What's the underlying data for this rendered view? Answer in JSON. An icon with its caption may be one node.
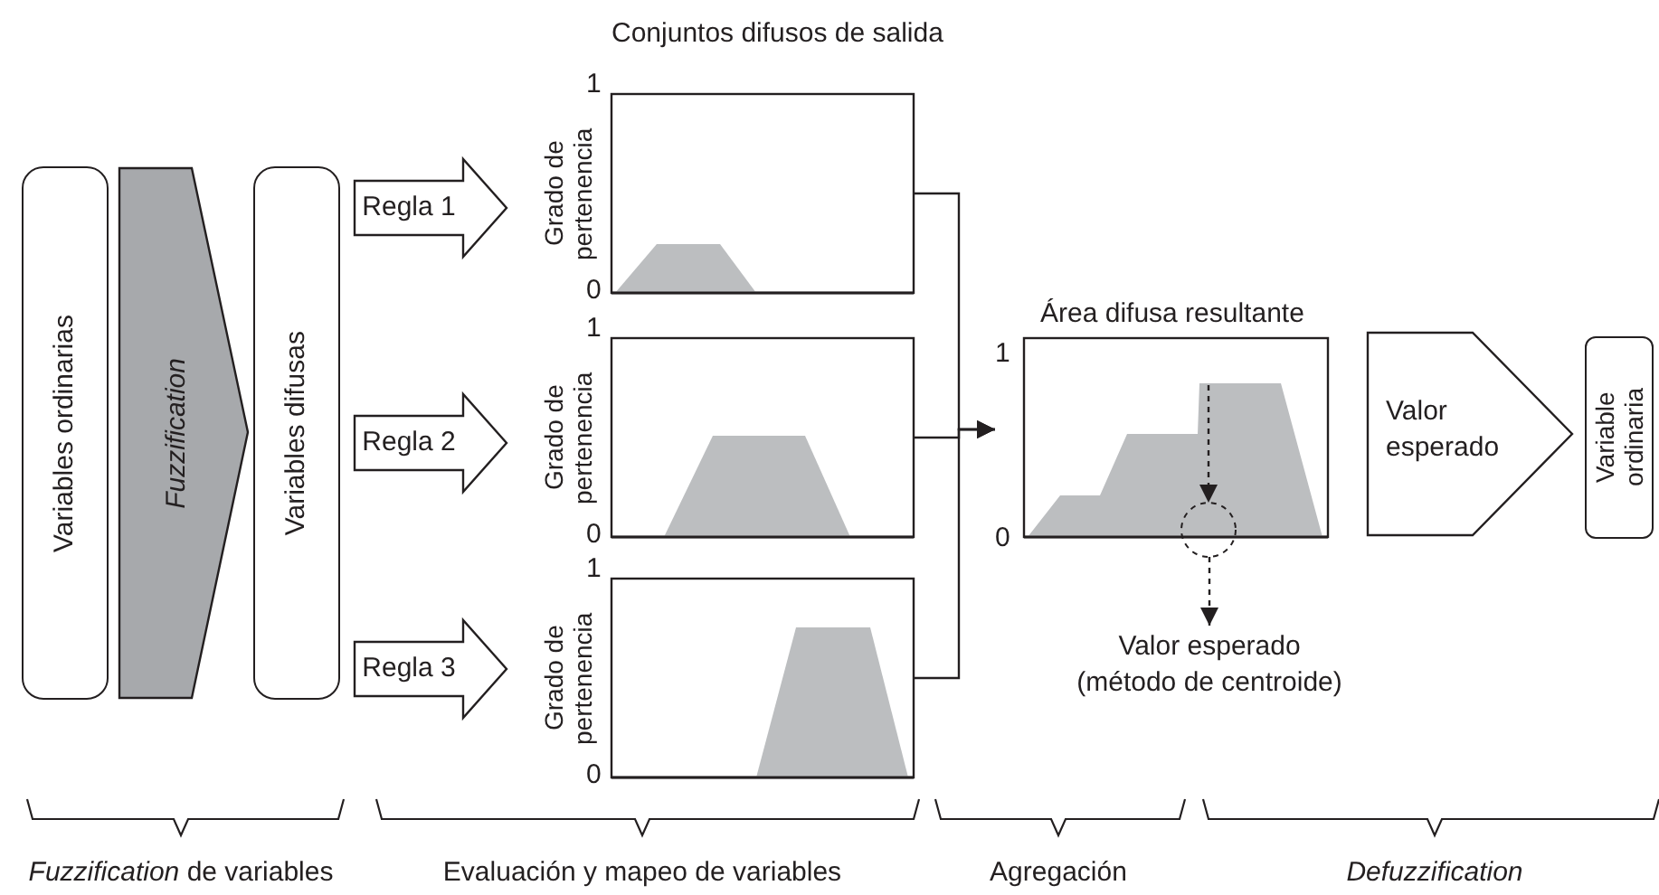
{
  "diagram": {
    "nodes": [
      {
        "text": [
          "Variables ordinarias"
        ]
      },
      {
        "text": [
          "Fuzzification"
        ]
      },
      {
        "text": [
          "Variables difusas"
        ]
      },
      {
        "text": [
          "Regla 1"
        ]
      },
      {
        "text": [
          "Regla 2"
        ]
      },
      {
        "text": [
          "Regla 3"
        ]
      },
      {
        "text": [
          "Grado de pertenencia"
        ],
        "beside": [
          "1",
          "0"
        ]
      },
      {
        "text": [
          "Grado de pertenencia"
        ],
        "beside": [
          "1",
          "0"
        ]
      },
      {
        "text": [
          "Grado de pertenencia"
        ],
        "beside": [
          "1",
          "0"
        ]
      },
      {
        "text": [
          "Área difusa resultante"
        ],
        "beside": [
          "1",
          "0"
        ]
      },
      {
        "text": [
          "Valor esperado"
        ]
      },
      {
        "text": [
          "Variable ordinaria"
        ]
      },
      {
        "text": [],
        "shape": "circle",
        "in": 9
      },
      {
        "text": [
          "Valor esperado (método de centroide)"
        ]
      }
    ],
    "edges": [
      {
        "from": 6,
        "to": 9,
        "arrow": "to"
      },
      {
        "from": 7,
        "to": 9,
        "arrow": "to"
      },
      {
        "from": 8,
        "to": 9,
        "arrow": "to"
      },
      {
        "from": null,
        "to": 12,
        "arrow": "to",
        "style": "dashed"
      },
      {
        "from": 12,
        "to": 13,
        "arrow": "to",
        "style": "dashed"
      }
    ],
    "labels": [
      "Conjuntos difusos de salida",
      "*Fuzzification* de variables",
      "Evaluación y mapeo de variables",
      "Agregación",
      "Defuzzification"
    ]
  }
}
